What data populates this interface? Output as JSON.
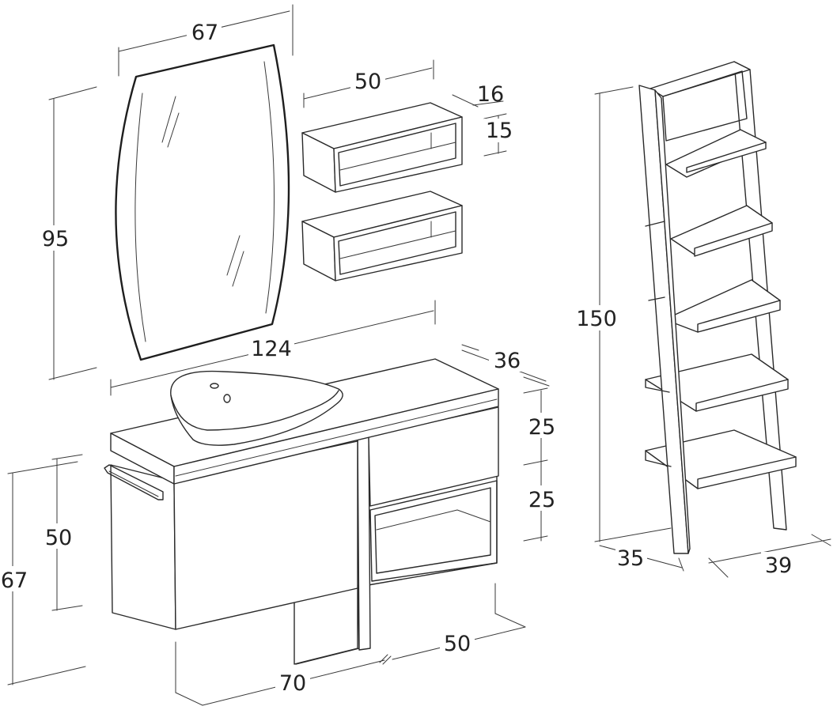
{
  "dimensions": {
    "mirror_width": "67",
    "mirror_height": "95",
    "shelf_width": "50",
    "shelf_depth": "16",
    "shelf_height": "15",
    "top_width": "124",
    "top_depth": "36",
    "drawer_height": "25",
    "open_shelf_height": "25",
    "cabinet_height": "50",
    "total_height": "67",
    "base_width": "70",
    "side_width": "50",
    "ladder_height": "150",
    "ladder_depth": "35",
    "ladder_width": "39"
  }
}
